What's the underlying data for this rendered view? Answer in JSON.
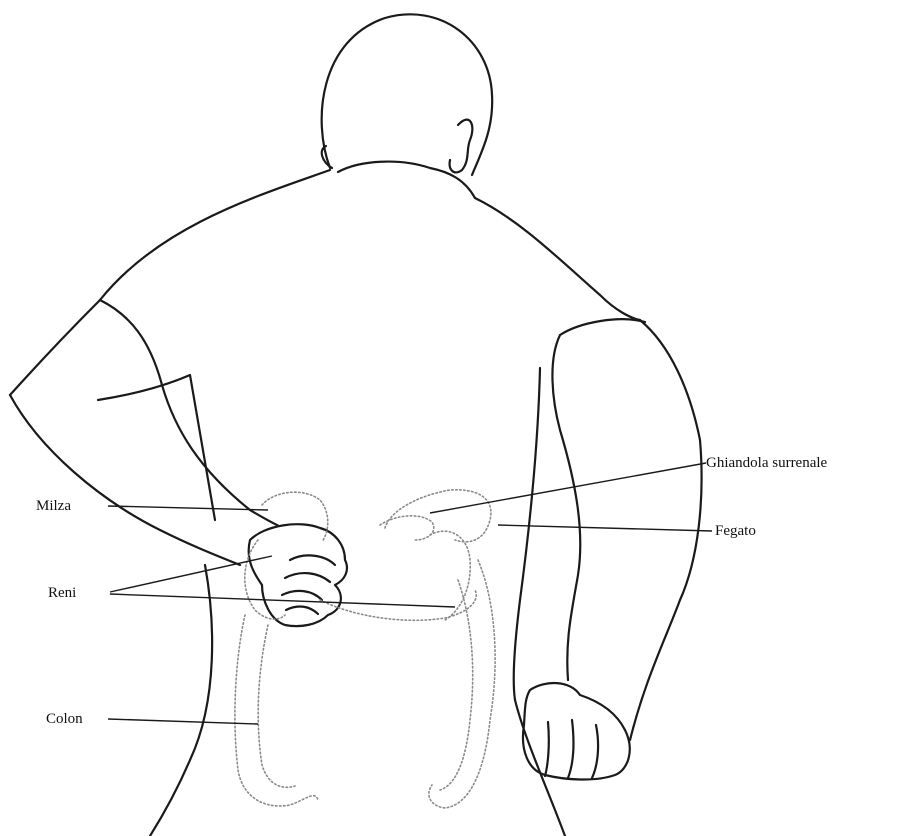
{
  "labels": {
    "milza": "Milza",
    "reni": "Reni",
    "colon": "Colon",
    "ghiandola": "Ghiandola surrenale",
    "fegato": "Fegato"
  },
  "colors": {
    "line": "#1a1a1a",
    "organ_dots": "#8a8a8a",
    "background": "#ffffff"
  }
}
